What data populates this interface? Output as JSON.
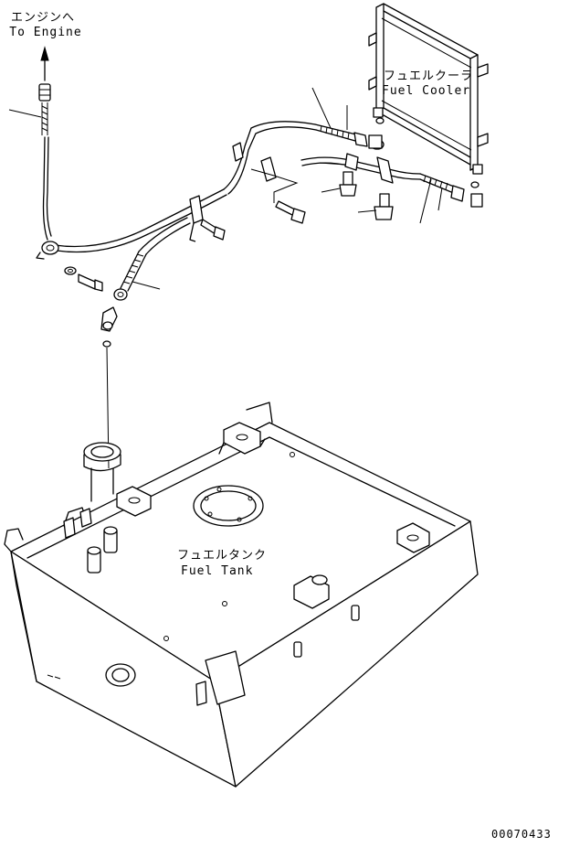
{
  "labels": {
    "engine_ja": "エンジンへ",
    "engine_en": "To Engine",
    "cooler_ja": "フュエルクーラ",
    "cooler_en": "Fuel Cooler",
    "tank_ja": "フュエルタンク",
    "tank_en": "Fuel Tank",
    "drawing_number": "00070433"
  },
  "icons": [
    "arrow-up-icon"
  ]
}
